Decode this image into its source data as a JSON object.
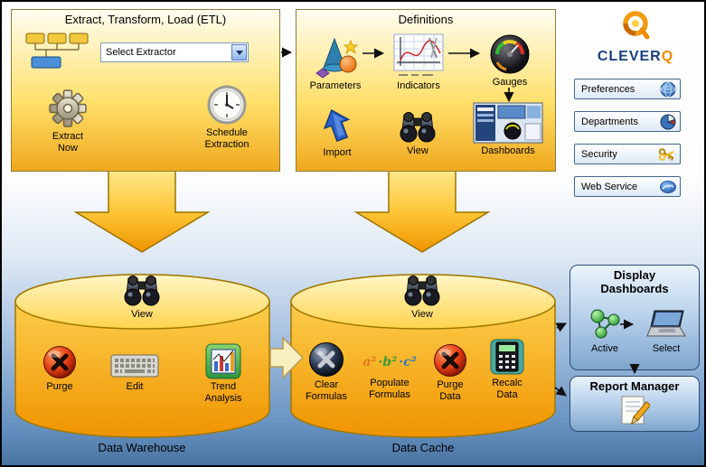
{
  "colors": {
    "panel_gold_top": "#FFFDF0",
    "panel_gold_bottom": "#EFA81C",
    "arrow_gold": "#F6B81E",
    "cylinder_gold": "#F9B511",
    "box_blue_top": "#EAF3FC",
    "box_blue_bottom": "#7FA6CF",
    "logo_orange": "#F08A00",
    "logo_blue": "#1A3F7E",
    "background_blue": "#49739F"
  },
  "etl": {
    "title": "Extract, Transform, Load (ETL)",
    "extractor_dropdown": "Select Extractor",
    "extract_now": "Extract\nNow",
    "schedule_extraction": "Schedule\nExtraction"
  },
  "definitions": {
    "title": "Definitions",
    "parameters": "Parameters",
    "indicators": "Indicators",
    "gauges": "Gauges",
    "import": "Import",
    "view": "View",
    "dashboards": "Dashboards"
  },
  "logo": {
    "brand": "CLEVER",
    "brand_q": "Q"
  },
  "nav": {
    "items": [
      {
        "label": "Preferences"
      },
      {
        "label": "Departments"
      },
      {
        "label": "Security"
      },
      {
        "label": "Web Service"
      }
    ]
  },
  "warehouse": {
    "title": "Data Warehouse",
    "view": "View",
    "purge": "Purge",
    "edit": "Edit",
    "trend_analysis": "Trend\nAnalysis"
  },
  "cache": {
    "title": "Data Cache",
    "view": "View",
    "clear_formulas": "Clear\nFormulas",
    "populate_formulas": "Populate\nFormulas",
    "purge_data": "Purge\nData",
    "recalc_data": "Recalc\nData",
    "formula": {
      "a": "a²",
      "b": "·b²",
      "c": "·c²"
    }
  },
  "output": {
    "display_dashboards": "Display\nDashboards",
    "active": "Active",
    "select": "Select",
    "report_manager": "Report Manager"
  }
}
